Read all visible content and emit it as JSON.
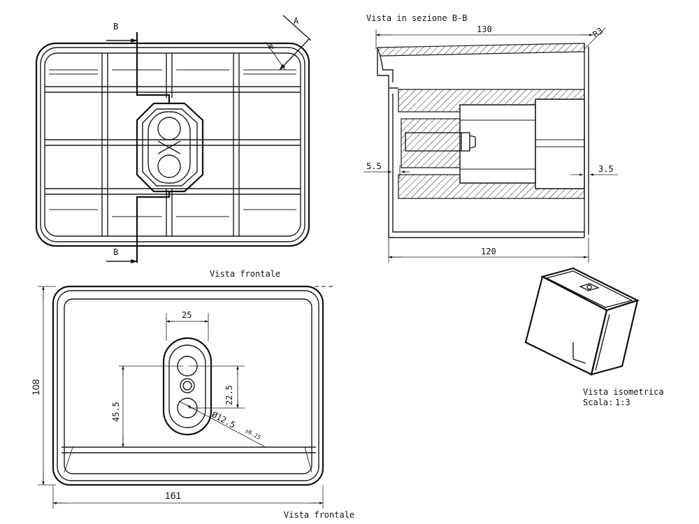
{
  "views": {
    "front_top": {
      "section_marker_top": "B",
      "section_marker_bottom": "B",
      "marker_a_outer": "A",
      "marker_a_inner": "A",
      "caption": "Vista frontale"
    },
    "section": {
      "title": "Vista in sezione B-B",
      "dim_overall": "130",
      "dim_radius": "R3",
      "dim_left_gap": "5.5",
      "dim_right_gap": "3.5",
      "dim_bottom": "120"
    },
    "front_bottom": {
      "dim_height": "108",
      "dim_width": "161",
      "dim_slot_width": "25",
      "dim_hole_spacing": "22.5",
      "dim_hole_offset": "45.5",
      "dim_hole_diameter": "Ø12.5",
      "dim_tolerance": "±0.25",
      "caption": "Vista frontale"
    },
    "isometric": {
      "caption": "Vista isometrica",
      "scale_label": "Scala:",
      "scale_value": "1:3"
    }
  }
}
